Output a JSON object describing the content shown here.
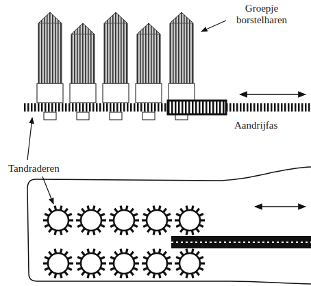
{
  "diagram": {
    "labels": [
      "Groepje borstelharen",
      "Aandrijfas",
      "Tandraderen"
    ]
  }
}
